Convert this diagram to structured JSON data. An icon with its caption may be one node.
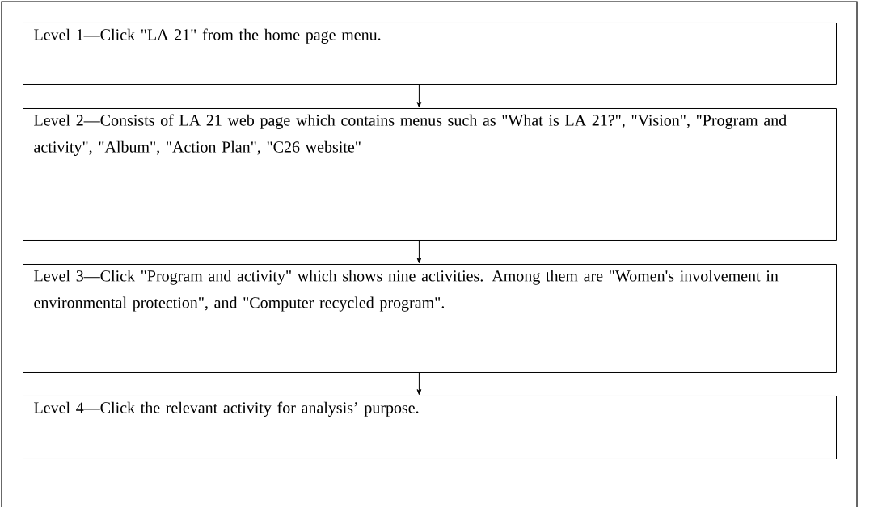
{
  "diagram": {
    "nodes": [
      {
        "text": [
          "Level 1—Click \"LA 21\" from the home page menu."
        ]
      },
      {
        "text": [
          "Level 2—Consists of LA 21 web page which contains menus such as \"What is LA 21?\", \"Vision\", \"Program and activity\", \"Album\", \"Action Plan\", \"C26 website\""
        ]
      },
      {
        "text": [
          "Level 3—Click \"Program and activity\" which shows nine activities. Among them are \"Women's involvement in environmental protection\", and \"Computer recycled program\"."
        ]
      },
      {
        "text": [
          "Level 4—Click the relevant activity for analysis’ purpose."
        ]
      }
    ],
    "edges": [
      {
        "from": 0,
        "to": 1,
        "arrow": "to"
      },
      {
        "from": 1,
        "to": 2,
        "arrow": "to"
      },
      {
        "from": 2,
        "to": 3,
        "arrow": "to"
      }
    ]
  }
}
